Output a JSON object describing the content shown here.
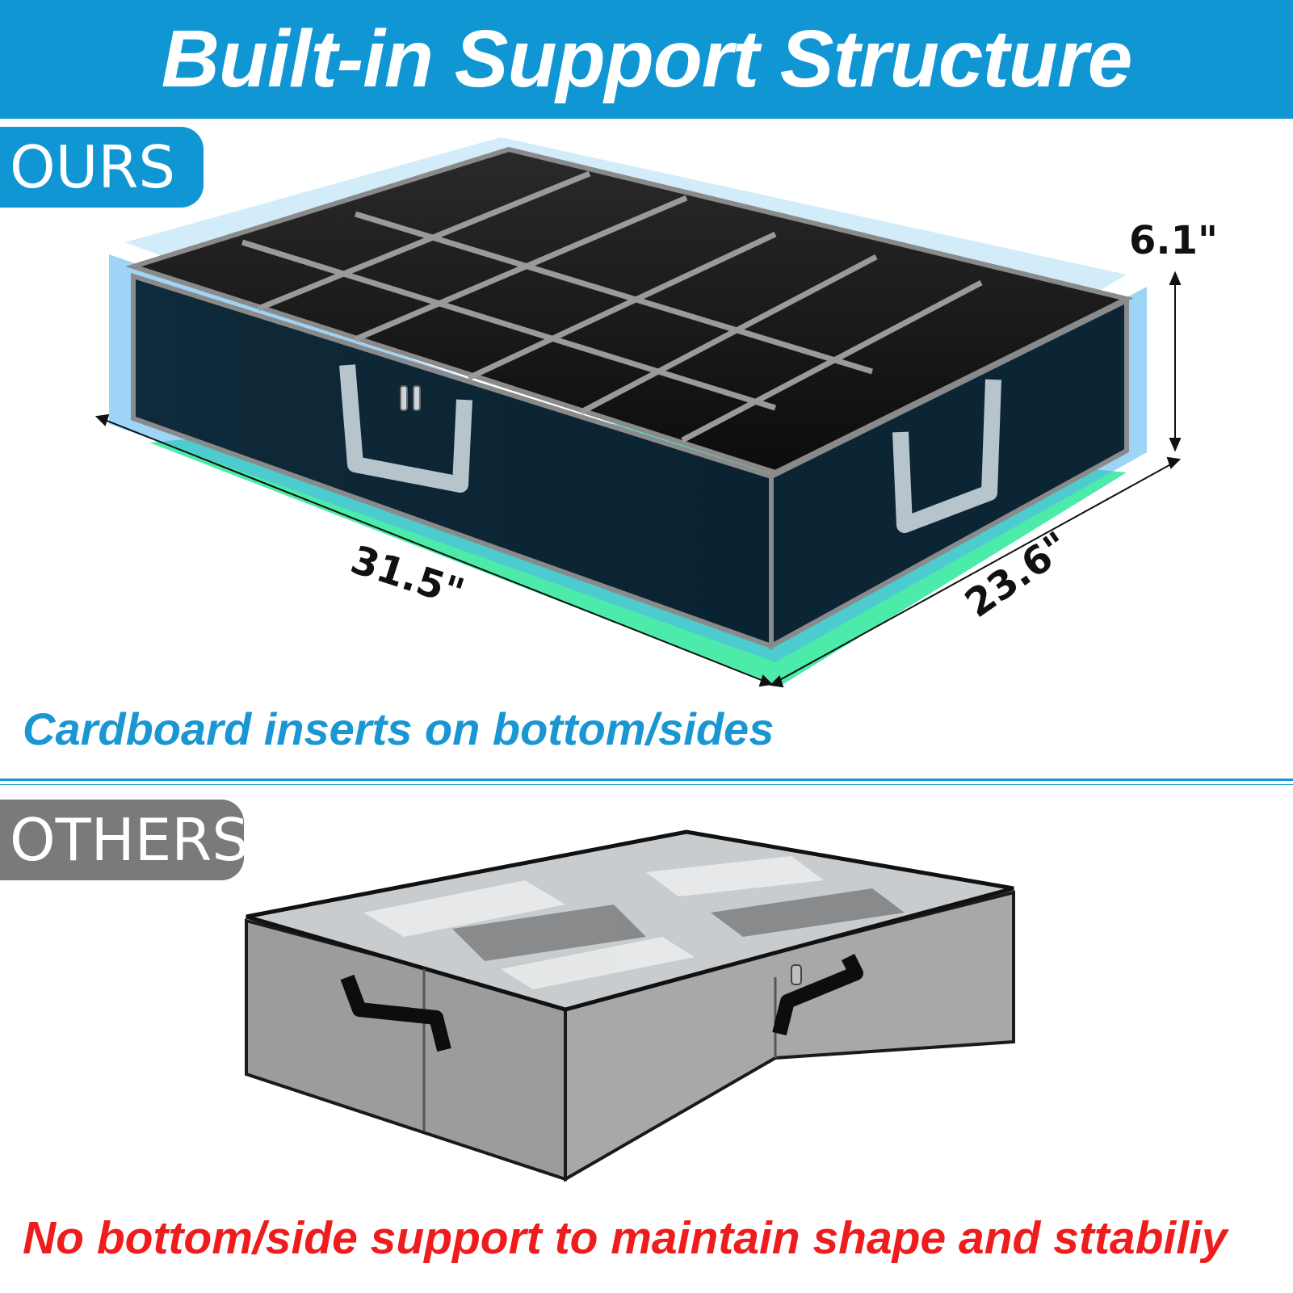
{
  "banner": {
    "title": "Built-in Support Structure"
  },
  "ours": {
    "label": "OURS",
    "caption": "Cardboard inserts on bottom/sides",
    "dimensions": {
      "height": "6.1\"",
      "length": "31.5\"",
      "width": "23.6\""
    }
  },
  "others": {
    "label": "OTHERS",
    "caption": "No bottom/side support to maintain shape and sttabiliy"
  },
  "colors": {
    "accent_blue": "#1196d4",
    "caption_red": "#ee1c1c",
    "others_gray": "#7a7a7a",
    "glow_blue": "#4fb3f0",
    "glow_green": "#2ee89a"
  },
  "icons": [
    "zipper-pull-icon",
    "handle-strap-icon"
  ]
}
